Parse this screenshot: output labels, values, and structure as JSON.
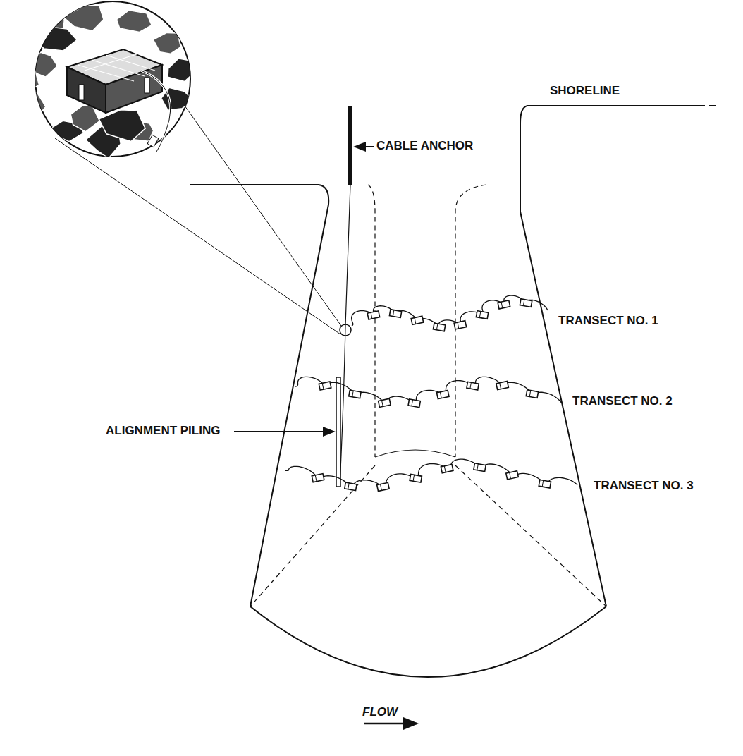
{
  "diagram": {
    "labels": [
      "CABLE ANCHOR",
      "SHORELINE",
      "TRANSECT NO. 1",
      "TRANSECT NO. 2",
      "TRANSECT NO. 3",
      "ALIGNMENT PILING",
      "FLOW"
    ]
  }
}
